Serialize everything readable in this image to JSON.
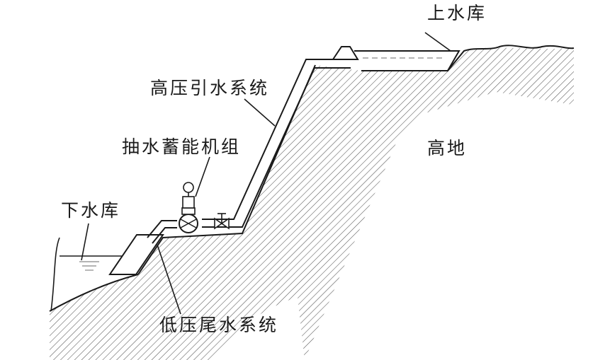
{
  "labels": {
    "upper_reservoir": "上水库",
    "highland": "高地",
    "penstock_system": "高压引水系统",
    "pump_turbine_unit": "抽水蓄能机组",
    "lower_reservoir": "下水库",
    "tailrace_system": "低压尾水系统"
  },
  "colors": {
    "line": "#1a1a1a",
    "hatch": "#555555",
    "water_line": "#888888",
    "background": "#ffffff"
  }
}
